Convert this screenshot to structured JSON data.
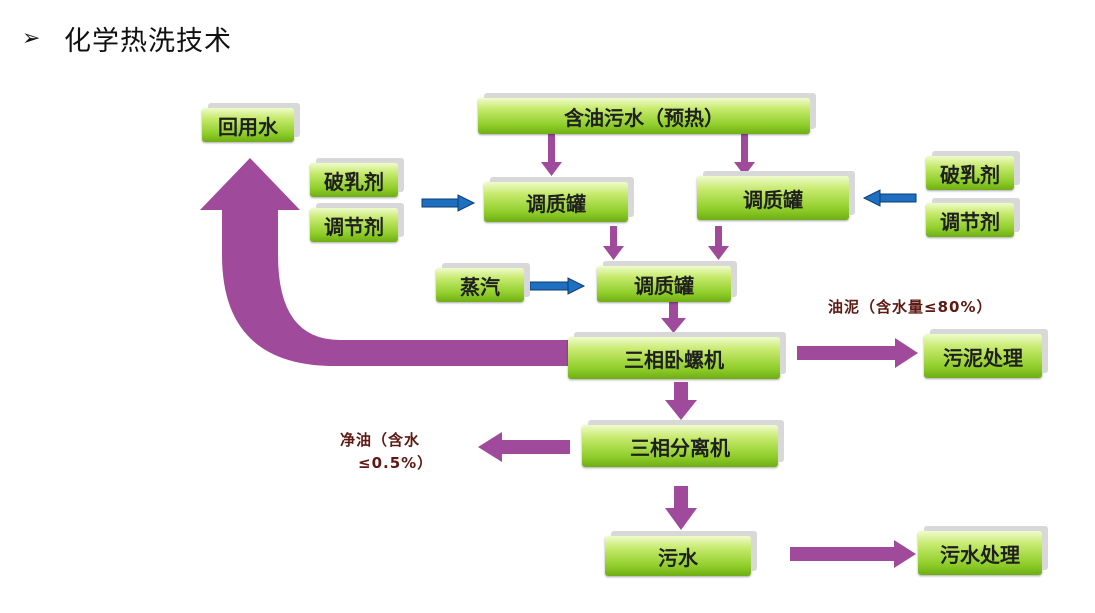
{
  "header": {
    "bullet": "➢",
    "title": "化学热洗技术"
  },
  "diagram": {
    "boxes": {
      "reuse_water": "回用水",
      "oily_water": "含油污水（预热）",
      "demulsifier_left": "破乳剂",
      "regulator_left": "调节剂",
      "tank_left": "调质罐",
      "tank_right": "调质罐",
      "demulsifier_right": "破乳剂",
      "regulator_right": "调节剂",
      "steam": "蒸汽",
      "tank_center": "调质罐",
      "decanter": "三相卧螺机",
      "sludge_treatment": "污泥处理",
      "separator": "三相分离机",
      "sewage": "污水",
      "sewage_treatment": "污水处理"
    },
    "notes": {
      "oil_sludge": "油泥（含水量≤80%）",
      "clean_oil_line1": "净油（含水",
      "clean_oil_line2": "≤0.5%）"
    },
    "colors": {
      "purple_arrow": "#a04a9c",
      "blue_arrow": "#1f6fc0",
      "box_green": "#8fce2a",
      "note_text": "#5c1a12"
    }
  }
}
